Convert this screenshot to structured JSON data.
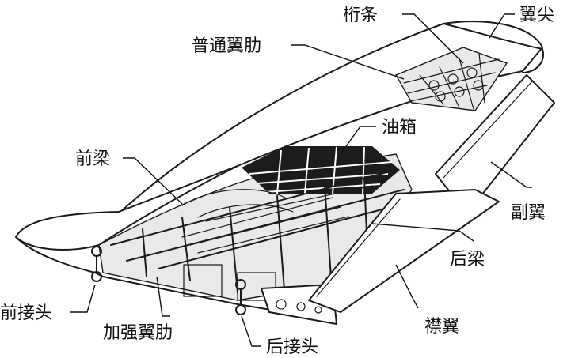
{
  "labels": {
    "stringer": "桁条",
    "wing_tip": "翼尖",
    "normal_rib": "普通翼肋",
    "fuel_tank": "油箱",
    "front_spar": "前梁",
    "aileron": "副翼",
    "rear_spar": "后梁",
    "front_joint": "前接头",
    "reinforced_rib": "加强翼肋",
    "flap": "襟翼",
    "rear_joint": "后接头"
  }
}
